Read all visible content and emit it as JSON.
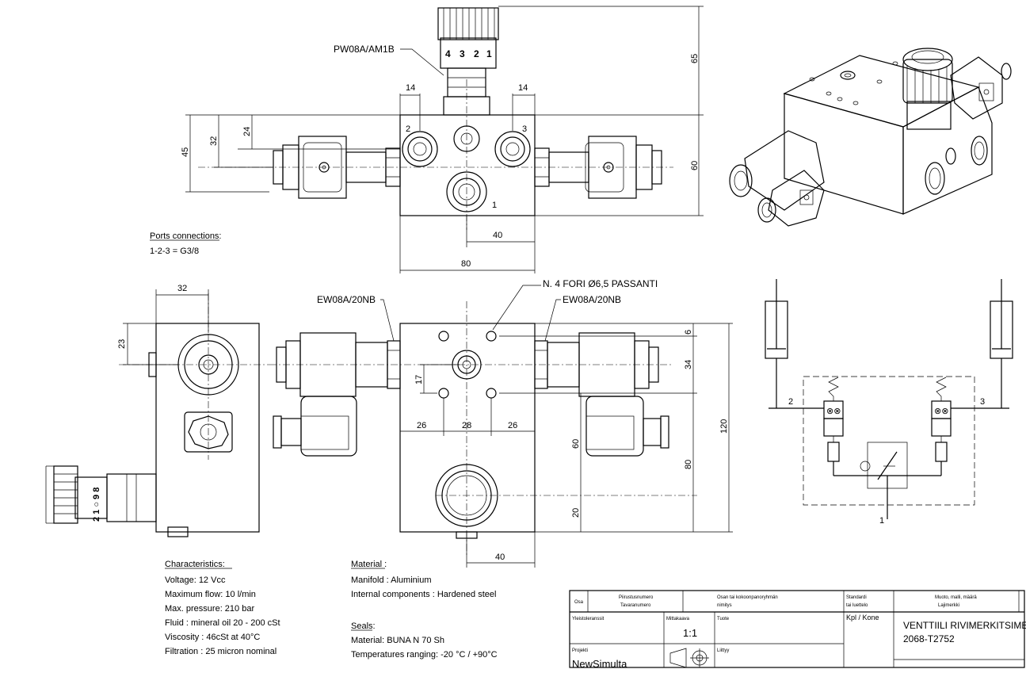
{
  "callouts": {
    "pw08": "PW08A/AM1B",
    "ew08_left": "EW08A/20NB",
    "ew08_right": "EW08A/20NB",
    "holes": "N. 4 FORI Ø6,5 PASSANTI"
  },
  "dims": {
    "d14a": "14",
    "d14b": "14",
    "d65": "65",
    "d60": "60",
    "d45": "45",
    "d32": "32",
    "d24": "24",
    "d40top": "40",
    "d80": "80",
    "d32side": "32",
    "d23": "23",
    "d6": "6",
    "d34": "34",
    "d17": "17",
    "d120": "120",
    "d26a": "26",
    "d28": "28",
    "d26b": "26",
    "d60b": "60",
    "d80b": "80",
    "d20": "20",
    "d40bot": "40"
  },
  "port_labels": {
    "p2": "2",
    "p3": "3",
    "p1": "1"
  },
  "knob_digits": [
    "4",
    "3",
    "2",
    "1"
  ],
  "knob_side_digits": "2 1 ○ 9 8",
  "schematic_labels": {
    "p2": "2",
    "p3": "3",
    "p1": "1"
  },
  "ports": {
    "heading": "Ports connections:",
    "value": "1-2-3 = G3/8"
  },
  "characteristics": {
    "heading": "Characteristics:",
    "lines": [
      "Voltage:  12     Vcc",
      "Maximum flow:  10     l/min",
      "Max. pressure:  210    bar",
      "Fluid : mineral oil 20 - 200 cSt",
      "Viscosity : 46cSt at 40°C",
      "Filtration : 25 micron nominal"
    ]
  },
  "material": {
    "heading": "Material :",
    "lines": [
      "Manifold :  Aluminium",
      "Internal components : Hardened steel"
    ]
  },
  "seals": {
    "heading": "Seals:",
    "lines": [
      "Material: BUNA N 70 Sh",
      "Temperatures ranging: -20 °C / +90°C"
    ]
  },
  "title_block": {
    "osa": "Osa",
    "part_number_1": "Piirustusnumero",
    "part_number_2": "Tavaranumero",
    "assembly_1": "Osan tai kokoonpanoryhmän",
    "assembly_2": "nimitys",
    "standard_1": "Standardi",
    "standard_2": "tai luettelo",
    "material_1": "Muoto, malli, määrä",
    "material_2": "Lajimerkki",
    "tolerances": "Yleistoleranssit",
    "scale_label": "Mittakaava",
    "scale_value": "1:1",
    "product": "Tuote",
    "kpl": "Kpl / Kone",
    "title": "VENTTIILI RIVIMERKITSIMEEN",
    "drawing_no": "2068-T2752",
    "project_label": "Projekti",
    "project_value": "NewSimulta",
    "attachment": "Liittyy"
  }
}
